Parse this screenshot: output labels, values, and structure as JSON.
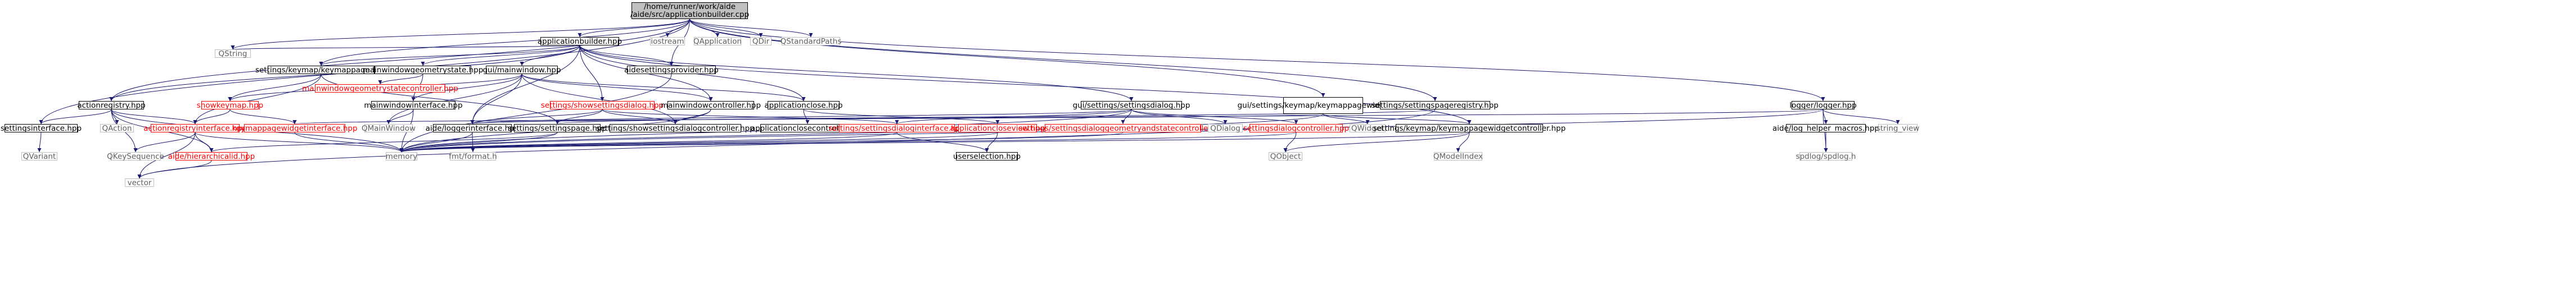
{
  "diagram": {
    "colors": {
      "edge": "#191970",
      "node_border": "#000000",
      "node_fill": "#ffffff",
      "root_fill": "#bfbfbf",
      "missing_border": "#ff0000",
      "system_border": "#bfbfbf",
      "system_text": "#5f5f5f"
    },
    "nodes": [
      {
        "id": "root",
        "label": "/home/runner/work/aide\n/aide/src/applicationbuilder.cpp",
        "kind": "root"
      },
      {
        "id": "appbuilder_hpp",
        "label": "applicationbuilder.hpp",
        "kind": "normal"
      },
      {
        "id": "qstring",
        "label": "QString",
        "kind": "system"
      },
      {
        "id": "iostream",
        "label": "iostream",
        "kind": "system"
      },
      {
        "id": "qapplication",
        "label": "QApplication",
        "kind": "system"
      },
      {
        "id": "qdir",
        "label": "QDir",
        "kind": "system"
      },
      {
        "id": "qstandardpaths",
        "label": "QStandardPaths",
        "kind": "system"
      },
      {
        "id": "keymap_hpp",
        "label": "settings/keymap/keymappage.hpp",
        "kind": "normal"
      },
      {
        "id": "mwgeom_hpp",
        "label": "mainwindowgeometrystate.hpp",
        "kind": "normal"
      },
      {
        "id": "guimainwindow_hpp",
        "label": "gui/mainwindow.hpp",
        "kind": "normal"
      },
      {
        "id": "aidesettingsprovider_hpp",
        "label": "aidesettingsprovider.hpp",
        "kind": "normal"
      },
      {
        "id": "guisettingsdialog_hpp",
        "label": "gui/settings/settingsdialog.hpp",
        "kind": "normal"
      },
      {
        "id": "guikeymapwidget_hpp",
        "label": "gui/settings/keymap\n/keymappagewidget.hpp",
        "kind": "normal"
      },
      {
        "id": "settingspageregistry_hpp",
        "label": "settings/settingspageregistry.hpp",
        "kind": "normal"
      },
      {
        "id": "logger_hpp",
        "label": "logger/logger.hpp",
        "kind": "normal"
      },
      {
        "id": "actionregistry_hpp",
        "label": "actionregistry.hpp",
        "kind": "normal"
      },
      {
        "id": "showkeymap_hpp",
        "label": "showkeymap.hpp",
        "kind": "missing"
      },
      {
        "id": "mwgeomcontroller_hpp",
        "label": "mainwindowgeometrystatecontroller.hpp",
        "kind": "missing"
      },
      {
        "id": "mainwindowinterface_hpp",
        "label": "mainwindowinterface.hpp",
        "kind": "normal"
      },
      {
        "id": "showsettingsdialog_hpp",
        "label": "settings/showsettingsdialog.hpp",
        "kind": "missing"
      },
      {
        "id": "mainwindowcontroller_hpp",
        "label": "mainwindowcontroller.hpp",
        "kind": "normal"
      },
      {
        "id": "applicationclose_hpp",
        "label": "applicationclose.hpp",
        "kind": "normal"
      },
      {
        "id": "settingsinterface_hpp",
        "label": "settingsinterface.hpp",
        "kind": "normal"
      },
      {
        "id": "qaction",
        "label": "QAction",
        "kind": "system"
      },
      {
        "id": "actionregistryinterface_hpp",
        "label": "actionregistryinterface.hpp",
        "kind": "missing"
      },
      {
        "id": "keymappagewidgetinterface_hpp",
        "label": "keymappagewidgetinterface.hpp",
        "kind": "missing"
      },
      {
        "id": "qmainwindow",
        "label": "QMainWindow",
        "kind": "system"
      },
      {
        "id": "aideloggerinterface_hpp",
        "label": "aide/loggerinterface.hpp",
        "kind": "normal"
      },
      {
        "id": "settingspage_hpp",
        "label": "settings/settingspage.hpp",
        "kind": "normal"
      },
      {
        "id": "showsettingsdialogcontroller_hpp",
        "label": "settings/showsettingsdialogcontroller.hpp",
        "kind": "normal"
      },
      {
        "id": "applicationclosecontroller_hpp",
        "label": "applicationclosecontroller.hpp",
        "kind": "normal"
      },
      {
        "id": "settingsdialoginterface_hpp",
        "label": "settings/settingsdialoginterface.hpp",
        "kind": "missing"
      },
      {
        "id": "applicationcloseview_hpp",
        "label": "applicationcloseview.hpp",
        "kind": "missing"
      },
      {
        "id": "settingsdialoggeomcontroller_hpp",
        "label": "settings/settingsdialoggeometryandstatecontroller.hpp",
        "kind": "missing"
      },
      {
        "id": "qdialog",
        "label": "QDialog",
        "kind": "system"
      },
      {
        "id": "settingsdialogcontroller_hpp",
        "label": "settingsdialogcontroller.hpp",
        "kind": "missing"
      },
      {
        "id": "qwidget",
        "label": "QWidget",
        "kind": "system"
      },
      {
        "id": "keymappagewidgetcontroller_hpp",
        "label": "settings/keymap/keymappagewidgetcontroller.hpp",
        "kind": "normal"
      },
      {
        "id": "aideloghelper_hpp",
        "label": "aide/log_helper_macros.hpp",
        "kind": "normal"
      },
      {
        "id": "string_view",
        "label": "string_view",
        "kind": "system"
      },
      {
        "id": "qvariant",
        "label": "QVariant",
        "kind": "system"
      },
      {
        "id": "qkeysequence",
        "label": "QKeySequence",
        "kind": "system"
      },
      {
        "id": "hierarchicalid_hpp",
        "label": "aide/hierarchicalid.hpp",
        "kind": "missing"
      },
      {
        "id": "memory",
        "label": "memory",
        "kind": "system"
      },
      {
        "id": "fmtformat_h",
        "label": "fmt/format.h",
        "kind": "system"
      },
      {
        "id": "userselection_hpp",
        "label": "userselection.hpp",
        "kind": "normal"
      },
      {
        "id": "qobject",
        "label": "QObject",
        "kind": "system"
      },
      {
        "id": "qmodelindex",
        "label": "QModelIndex",
        "kind": "system"
      },
      {
        "id": "spdlog_h",
        "label": "spdlog/spdlog.h",
        "kind": "system"
      },
      {
        "id": "vector",
        "label": "vector",
        "kind": "system"
      }
    ],
    "edges": [
      [
        "root",
        "appbuilder_hpp"
      ],
      [
        "root",
        "qstring"
      ],
      [
        "root",
        "iostream"
      ],
      [
        "root",
        "qapplication"
      ],
      [
        "root",
        "qdir"
      ],
      [
        "root",
        "qstandardpaths"
      ],
      [
        "root",
        "keymap_hpp"
      ],
      [
        "root",
        "aidesettingsprovider_hpp"
      ],
      [
        "root",
        "guikeymapwidget_hpp"
      ],
      [
        "root",
        "settingspageregistry_hpp"
      ],
      [
        "root",
        "logger_hpp"
      ],
      [
        "root",
        "settingsinterface_hpp"
      ],
      [
        "root",
        "actionregistry_hpp"
      ],
      [
        "appbuilder_hpp",
        "qstring"
      ],
      [
        "appbuilder_hpp",
        "keymap_hpp"
      ],
      [
        "appbuilder_hpp",
        "mwgeom_hpp"
      ],
      [
        "appbuilder_hpp",
        "guimainwindow_hpp"
      ],
      [
        "appbuilder_hpp",
        "aidesettingsprovider_hpp"
      ],
      [
        "appbuilder_hpp",
        "guisettingsdialog_hpp"
      ],
      [
        "appbuilder_hpp",
        "actionregistry_hpp"
      ],
      [
        "appbuilder_hpp",
        "showsettingsdialog_hpp"
      ],
      [
        "appbuilder_hpp",
        "mainwindowcontroller_hpp"
      ],
      [
        "appbuilder_hpp",
        "applicationclose_hpp"
      ],
      [
        "appbuilder_hpp",
        "aideloggerinterface_hpp"
      ],
      [
        "appbuilder_hpp",
        "keymappagewidgetcontroller_hpp"
      ],
      [
        "keymap_hpp",
        "showkeymap_hpp"
      ],
      [
        "keymap_hpp",
        "actionregistryinterface_hpp"
      ],
      [
        "keymap_hpp",
        "settingspage_hpp"
      ],
      [
        "mwgeom_hpp",
        "mwgeomcontroller_hpp"
      ],
      [
        "mwgeom_hpp",
        "mainwindowinterface_hpp"
      ],
      [
        "guimainwindow_hpp",
        "mainwindowinterface_hpp"
      ],
      [
        "guimainwindow_hpp",
        "qmainwindow"
      ],
      [
        "guimainwindow_hpp",
        "aideloggerinterface_hpp"
      ],
      [
        "guimainwindow_hpp",
        "mainwindowcontroller_hpp"
      ],
      [
        "guimainwindow_hpp",
        "applicationclose_hpp"
      ],
      [
        "guimainwindow_hpp",
        "showkeymap_hpp"
      ],
      [
        "guimainwindow_hpp",
        "showsettingsdialogcontroller_hpp"
      ],
      [
        "aidesettingsprovider_hpp",
        "memory"
      ],
      [
        "guisettingsdialog_hpp",
        "settingsdialoginterface_hpp"
      ],
      [
        "guisettingsdialog_hpp",
        "settingsdialoggeomcontroller_hpp"
      ],
      [
        "guisettingsdialog_hpp",
        "qdialog"
      ],
      [
        "guisettingsdialog_hpp",
        "settingsdialogcontroller_hpp"
      ],
      [
        "guisettingsdialog_hpp",
        "aideloggerinterface_hpp"
      ],
      [
        "guisettingsdialog_hpp",
        "memory"
      ],
      [
        "guikeymapwidget_hpp",
        "keymappagewidgetinterface_hpp"
      ],
      [
        "guikeymapwidget_hpp",
        "qwidget"
      ],
      [
        "guikeymapwidget_hpp",
        "keymappagewidgetcontroller_hpp"
      ],
      [
        "guikeymapwidget_hpp",
        "memory"
      ],
      [
        "settingspageregistry_hpp",
        "settingspage_hpp"
      ],
      [
        "settingspageregistry_hpp",
        "vector"
      ],
      [
        "logger_hpp",
        "aideloghelper_hpp"
      ],
      [
        "logger_hpp",
        "string_view"
      ],
      [
        "logger_hpp",
        "spdlog_h"
      ],
      [
        "logger_hpp",
        "aideloggerinterface_hpp"
      ],
      [
        "logger_hpp",
        "memory"
      ],
      [
        "actionregistry_hpp",
        "qaction"
      ],
      [
        "actionregistry_hpp",
        "actionregistryinterface_hpp"
      ],
      [
        "actionregistry_hpp",
        "settingsinterface_hpp"
      ],
      [
        "actionregistry_hpp",
        "hierarchicalid_hpp"
      ],
      [
        "actionregistry_hpp",
        "qkeysequence"
      ],
      [
        "actionregistry_hpp",
        "memory"
      ],
      [
        "showkeymap_hpp",
        "actionregistryinterface_hpp"
      ],
      [
        "showkeymap_hpp",
        "keymappagewidgetinterface_hpp"
      ],
      [
        "mainwindowinterface_hpp",
        "qmainwindow"
      ],
      [
        "mainwindowinterface_hpp",
        "memory"
      ],
      [
        "showsettingsdialog_hpp",
        "settingspage_hpp"
      ],
      [
        "showsettingsdialog_hpp",
        "showsettingsdialogcontroller_hpp"
      ],
      [
        "showsettingsdialog_hpp",
        "settingsdialoginterface_hpp"
      ],
      [
        "showsettingsdialog_hpp",
        "aideloggerinterface_hpp"
      ],
      [
        "mainwindowcontroller_hpp",
        "showsettingsdialogcontroller_hpp"
      ],
      [
        "mainwindowcontroller_hpp",
        "memory"
      ],
      [
        "applicationclose_hpp",
        "applicationcloseview_hpp"
      ],
      [
        "applicationclose_hpp",
        "applicationclosecontroller_hpp"
      ],
      [
        "settingsinterface_hpp",
        "qvariant"
      ],
      [
        "actionregistryinterface_hpp",
        "qkeysequence"
      ],
      [
        "actionregistryinterface_hpp",
        "hierarchicalid_hpp"
      ],
      [
        "actionregistryinterface_hpp",
        "vector"
      ],
      [
        "actionregistryinterface_hpp",
        "memory"
      ],
      [
        "keymappagewidgetinterface_hpp",
        "memory"
      ],
      [
        "aideloggerinterface_hpp",
        "fmtformat_h"
      ],
      [
        "aideloggerinterface_hpp",
        "memory"
      ],
      [
        "settingspage_hpp",
        "memory"
      ],
      [
        "settingspage_hpp",
        "hierarchicalid_hpp"
      ],
      [
        "settingsdialoginterface_hpp",
        "userselection_hpp"
      ],
      [
        "settingsdialoginterface_hpp",
        "memory"
      ],
      [
        "applicationcloseview_hpp",
        "userselection_hpp"
      ],
      [
        "applicationcloseview_hpp",
        "memory"
      ],
      [
        "settingsdialogcontroller_hpp",
        "qobject"
      ],
      [
        "settingsdialogcontroller_hpp",
        "memory"
      ],
      [
        "keymappagewidgetcontroller_hpp",
        "qobject"
      ],
      [
        "keymappagewidgetcontroller_hpp",
        "qmodelindex"
      ],
      [
        "keymappagewidgetcontroller_hpp",
        "memory"
      ],
      [
        "aideloghelper_hpp",
        "spdlog_h"
      ],
      [
        "hierarchicalid_hpp",
        "vector"
      ],
      [
        "settingsdialoggeomcontroller_hpp",
        "memory"
      ]
    ]
  }
}
